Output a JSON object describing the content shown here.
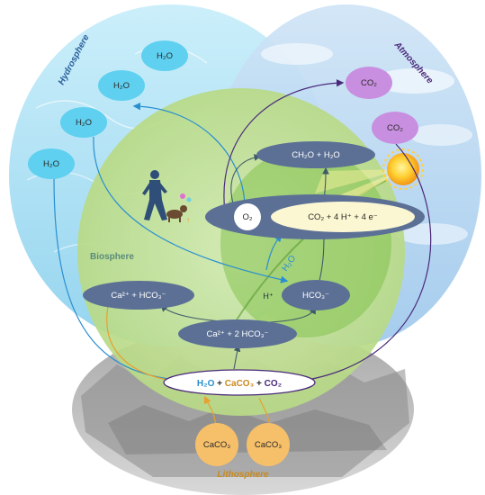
{
  "spheres": {
    "hydrosphere": "Hydrosphere",
    "atmosphere": "Atmosphere",
    "biosphere": "Biosphere",
    "lithosphere": "Lithosphere"
  },
  "water_nodes": [
    "H₂O",
    "H₂O",
    "H₂O",
    "H₂O"
  ],
  "co2_nodes": [
    "CO₂",
    "CO₂"
  ],
  "bio_nodes": {
    "ch2o": "CH₂O + H₂O",
    "o2": "O₂",
    "co2_reaction": "CO₂ + 4 H⁺ + 4 e⁻",
    "ca_hco3": "Ca²⁺ + HCO₃⁻",
    "hco3": "HCO₃⁻",
    "h_plus": "H⁺",
    "ca_2hco3": "Ca²⁺ + 2 HCO₃⁻",
    "h2o_leaf": "H₂O"
  },
  "equation": {
    "h2o": "H₂O",
    "plus1": " + ",
    "caco3": "CaCO₃",
    "plus2": " + ",
    "co2": "CO₂"
  },
  "rock_nodes": [
    "CaCO₃",
    "CaCO₃"
  ],
  "colors": {
    "water_node": "#5fd0f0",
    "co2_node": "#c88fe0",
    "bio_node": "#5c7096",
    "rock_node": "#f6bf6a",
    "hydro_arrow": "#2a8fd0",
    "atmo_arrow": "#4a2a7a",
    "litho_arrow": "#e8a030",
    "bio_arrow": "#3f5a6a"
  }
}
